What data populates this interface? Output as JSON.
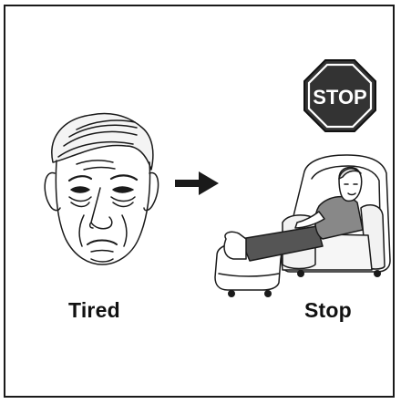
{
  "captions": {
    "left": "Tired",
    "right": "Stop"
  },
  "sign": {
    "text": "STOP",
    "color": "#333333"
  },
  "icons": {
    "face": "tired-old-man-face-icon",
    "arrow": "right-arrow-icon",
    "sign": "stop-sign-icon",
    "resting": "man-resting-in-recliner-icon"
  }
}
